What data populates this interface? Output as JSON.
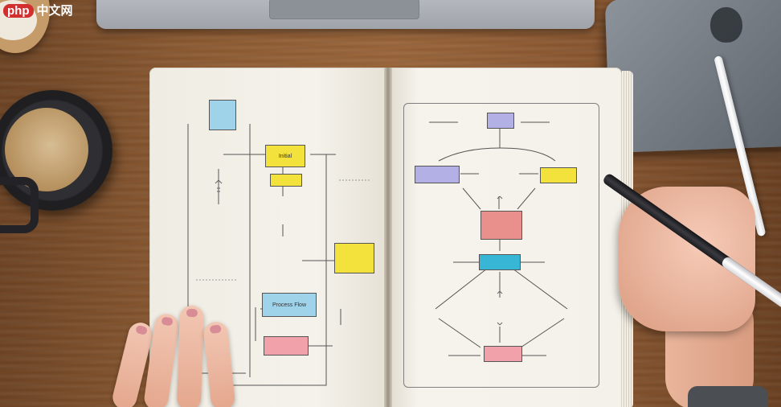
{
  "watermark": {
    "badge": "php",
    "text": "中文网"
  },
  "notebook": {
    "left_page": {
      "nodes": [
        {
          "id": "top",
          "label": "",
          "color": "#9fd3ea"
        },
        {
          "id": "initial",
          "label": "Initial",
          "color": "#f4e23c"
        },
        {
          "id": "small-yellow",
          "label": "",
          "color": "#f4e23c"
        },
        {
          "id": "process-flow",
          "label": "Process Flow",
          "color": "#9fd3ea"
        },
        {
          "id": "mid-yellow",
          "label": "",
          "color": "#f4e23c"
        },
        {
          "id": "final-pink",
          "label": "",
          "color": "#f1a1a9"
        }
      ],
      "notes": [
        "",
        "",
        "",
        "",
        "",
        "",
        "",
        "",
        "",
        ""
      ]
    },
    "right_page": {
      "page_number_top": "",
      "page_number_bottom": "",
      "nodes": [
        {
          "id": "top",
          "label": "",
          "color": "#b3b0e6"
        },
        {
          "id": "left",
          "label": "",
          "color": "#b3b0e6"
        },
        {
          "id": "right",
          "label": "",
          "color": "#f4e23c"
        },
        {
          "id": "center",
          "label": "",
          "color": "#e98f8c"
        },
        {
          "id": "mid",
          "label": "",
          "color": "#38b6d6"
        },
        {
          "id": "bottom",
          "label": "",
          "color": "#f1a1a9"
        }
      ],
      "notes": [
        "",
        "",
        "",
        "",
        "",
        "",
        "",
        "",
        "",
        "",
        ""
      ]
    }
  }
}
